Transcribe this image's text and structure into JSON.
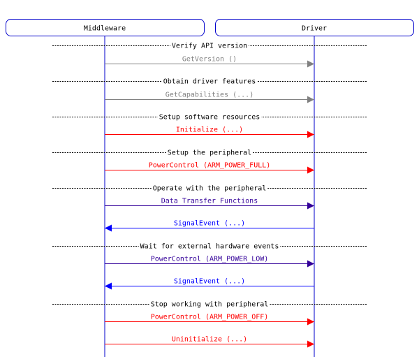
{
  "actors": [
    {
      "id": "middleware",
      "label": "Middleware"
    },
    {
      "id": "driver",
      "label": "Driver"
    }
  ],
  "colors": {
    "lifeline": "#0000cc",
    "gray": "#808080",
    "red": "#ff0000",
    "purple": "#330099",
    "blue": "#0000ff"
  },
  "sequence": [
    {
      "kind": "separator",
      "label": "Verify API version"
    },
    {
      "kind": "message",
      "label": "GetVersion ()",
      "from": "middleware",
      "to": "driver",
      "color": "gray"
    },
    {
      "kind": "separator",
      "label": "Obtain driver features"
    },
    {
      "kind": "message",
      "label": "GetCapabilities (...)",
      "from": "middleware",
      "to": "driver",
      "color": "gray"
    },
    {
      "kind": "separator",
      "label": "Setup software resources"
    },
    {
      "kind": "message",
      "label": "Initialize (...)",
      "from": "middleware",
      "to": "driver",
      "color": "red"
    },
    {
      "kind": "separator",
      "label": "Setup the peripheral"
    },
    {
      "kind": "message",
      "label": "PowerControl (ARM_POWER_FULL)",
      "from": "middleware",
      "to": "driver",
      "color": "red"
    },
    {
      "kind": "separator",
      "label": "Operate with the peripheral"
    },
    {
      "kind": "message",
      "label": "Data Transfer Functions",
      "from": "middleware",
      "to": "driver",
      "color": "purple"
    },
    {
      "kind": "message",
      "label": "SignalEvent (...)",
      "from": "driver",
      "to": "middleware",
      "color": "blue"
    },
    {
      "kind": "separator",
      "label": "Wait for external hardware events"
    },
    {
      "kind": "message",
      "label": "PowerControl (ARM_POWER_LOW)",
      "from": "middleware",
      "to": "driver",
      "color": "purple"
    },
    {
      "kind": "message",
      "label": "SignalEvent (...)",
      "from": "driver",
      "to": "middleware",
      "color": "blue"
    },
    {
      "kind": "separator",
      "label": "Stop working with peripheral"
    },
    {
      "kind": "message",
      "label": "PowerControl (ARM_POWER_OFF)",
      "from": "middleware",
      "to": "driver",
      "color": "red"
    },
    {
      "kind": "message",
      "label": "Uninitialize (...)",
      "from": "middleware",
      "to": "driver",
      "color": "red"
    }
  ]
}
